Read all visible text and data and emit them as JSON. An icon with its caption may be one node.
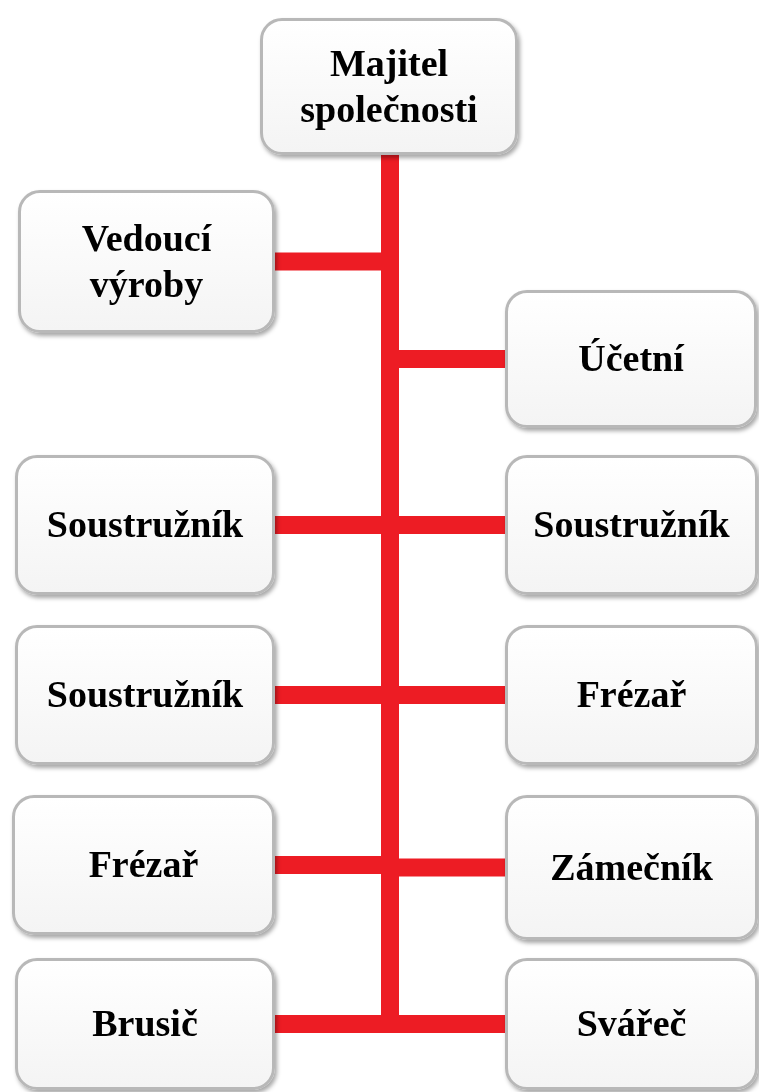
{
  "diagram": {
    "nodes": [
      {
        "text": [
          "Majitel společnosti"
        ]
      },
      {
        "text": [
          "Vedoucí výroby"
        ]
      },
      {
        "text": [
          "Účetní"
        ]
      },
      {
        "text": [
          "Soustružník"
        ]
      },
      {
        "text": [
          "Soustružník"
        ]
      },
      {
        "text": [
          "Soustružník"
        ]
      },
      {
        "text": [
          "Frézař"
        ]
      },
      {
        "text": [
          "Frézař"
        ]
      },
      {
        "text": [
          "Zámečník"
        ]
      },
      {
        "text": [
          "Brusič"
        ]
      },
      {
        "text": [
          "Svářeč"
        ]
      }
    ],
    "edges": [
      {
        "from": 0,
        "to": 1,
        "arrow": "none"
      },
      {
        "from": 0,
        "to": 2,
        "arrow": "none"
      },
      {
        "from": 0,
        "to": 3,
        "arrow": "none"
      },
      {
        "from": 0,
        "to": 4,
        "arrow": "none"
      },
      {
        "from": 0,
        "to": 5,
        "arrow": "none"
      },
      {
        "from": 0,
        "to": 6,
        "arrow": "none"
      },
      {
        "from": 0,
        "to": 7,
        "arrow": "none"
      },
      {
        "from": 0,
        "to": 8,
        "arrow": "none"
      },
      {
        "from": 0,
        "to": 9,
        "arrow": "none"
      },
      {
        "from": 0,
        "to": 10,
        "arrow": "none"
      }
    ]
  }
}
